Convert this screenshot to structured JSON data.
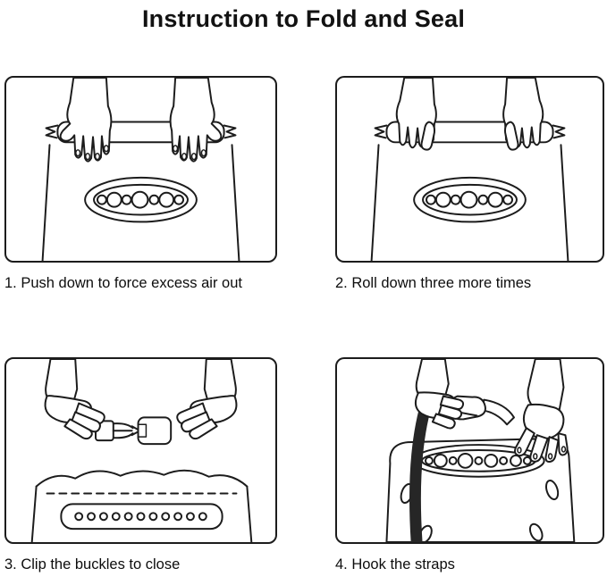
{
  "page": {
    "title": "Instruction to Fold and Seal"
  },
  "steps": [
    {
      "number": 1,
      "caption": "1. Push down to force excess air out",
      "icon": "push-down-hands-on-rolled-bag"
    },
    {
      "number": 2,
      "caption": "2. Roll down three more times",
      "icon": "hands-gripping-rolled-bag-top"
    },
    {
      "number": 3,
      "caption": "3. Clip the buckles to close",
      "icon": "hands-clipping-buckle-halves"
    },
    {
      "number": 4,
      "caption": "4. Hook the straps",
      "icon": "hand-hooking-strap-clip"
    }
  ],
  "colors": {
    "line": "#1c1c1c",
    "background": "#ffffff"
  }
}
